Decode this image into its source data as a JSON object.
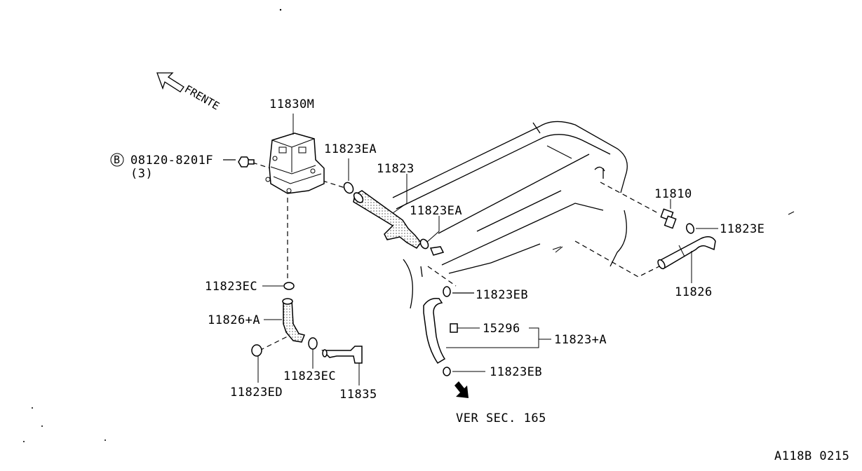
{
  "labels": {
    "frente": "FRENTE",
    "valve_cover_part": "11830M",
    "bolt_part": "08120-8201F",
    "bolt_qty": "(3)",
    "bolt_marker": "B",
    "clamp_ea_top": "11823EA",
    "hose_main": "11823",
    "clamp_ea_mid": "11823EA",
    "pcv_valve": "11810",
    "clamp_e": "11823E",
    "hose_right": "11826",
    "clamp_eb_top": "11823EB",
    "clamp_ec_upper": "11823EC",
    "hose_a": "11826+A",
    "clamp_ed": "11823ED",
    "clamp_ec_lower": "11823EC",
    "connector": "11835",
    "fitting": "15296",
    "hose_assy": "11823+A",
    "clamp_eb_bottom": "11823EB",
    "see_section": "VER  SEC. 165",
    "figure_code": "A118B  0215"
  }
}
